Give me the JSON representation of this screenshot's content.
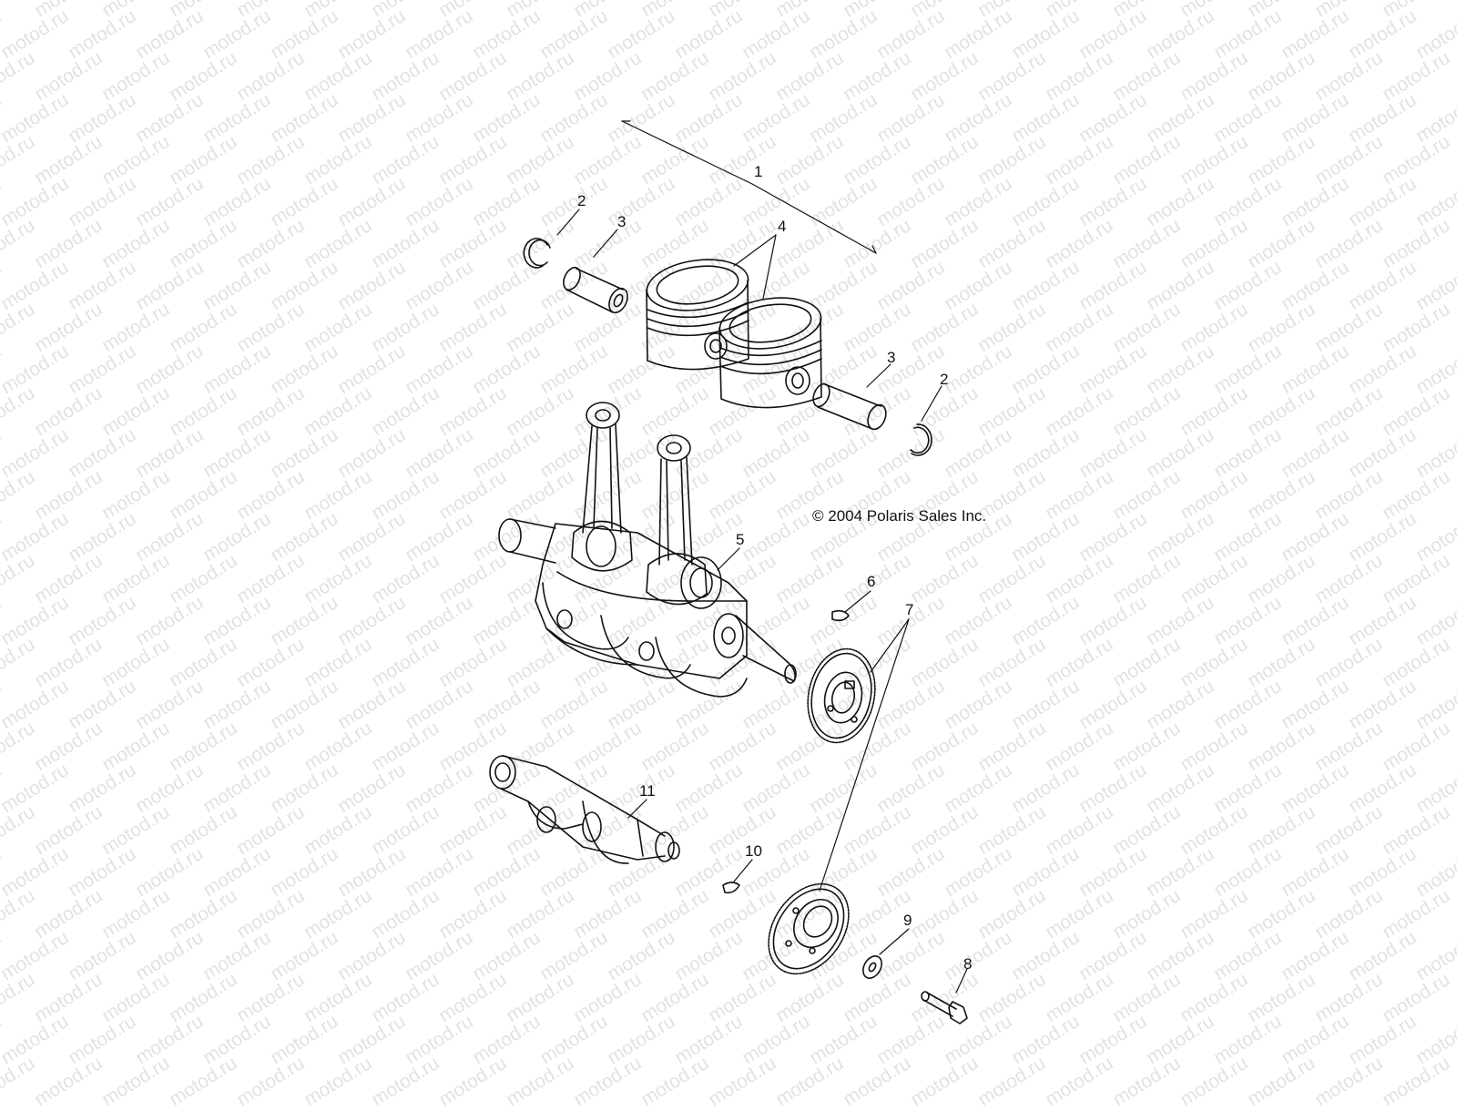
{
  "watermark": {
    "text": "motod.ru"
  },
  "copyright": "© 2004 Polaris Sales Inc.",
  "callouts": [
    {
      "id": "1",
      "text": "1"
    },
    {
      "id": "2a",
      "text": "2"
    },
    {
      "id": "3a",
      "text": "3"
    },
    {
      "id": "4",
      "text": "4"
    },
    {
      "id": "3b",
      "text": "3"
    },
    {
      "id": "2b",
      "text": "2"
    },
    {
      "id": "5",
      "text": "5"
    },
    {
      "id": "6",
      "text": "6"
    },
    {
      "id": "7",
      "text": "7"
    },
    {
      "id": "11",
      "text": "11"
    },
    {
      "id": "10",
      "text": "10"
    },
    {
      "id": "9",
      "text": "9"
    },
    {
      "id": "8",
      "text": "8"
    }
  ]
}
